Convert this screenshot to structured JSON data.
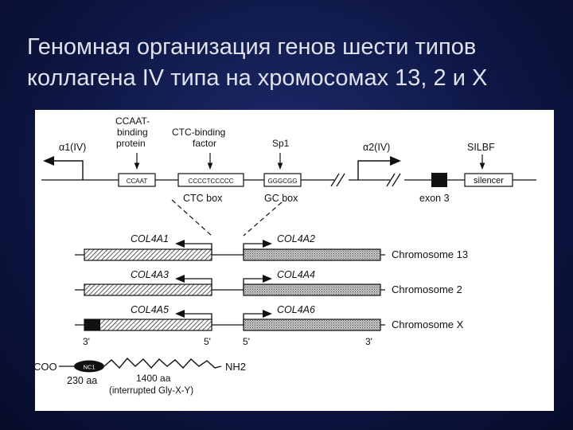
{
  "slide": {
    "title_line1": "Геномная организация генов шести типов",
    "title_line2": "коллагена IV типа на хромосомах 13, 2 и X"
  },
  "diagram": {
    "factors": {
      "a1iv": "α1(IV)",
      "ccaat_l1": "CCAAT-",
      "ccaat_l2": "binding",
      "ccaat_l3": "protein",
      "ctc_l1": "CTC-binding",
      "ctc_l2": "factor",
      "sp1": "Sp1",
      "a2iv": "α2(IV)",
      "silbf": "SILBF"
    },
    "boxes": {
      "ccaat": "CCAAT",
      "ctc_seq": "CCCCTCCCCC",
      "gc_seq": "GGGCGG",
      "silencer": "silencer"
    },
    "labels": {
      "ctc_box": "CTC box",
      "gc_box": "GC box",
      "exon3": "exon 3"
    },
    "genes": [
      {
        "left": "COL4A1",
        "right": "COL4A2",
        "chromosome": "Chromosome 13"
      },
      {
        "left": "COL4A3",
        "right": "COL4A4",
        "chromosome": "Chromosome 2"
      },
      {
        "left": "COL4A5",
        "right": "COL4A6",
        "chromosome": "Chromosome X"
      }
    ],
    "ends": {
      "left_3": "3'",
      "left_5": "5'",
      "right_5": "5'",
      "right_3": "3'"
    },
    "protein": {
      "coo": "COO",
      "nc1": "NC1",
      "nh2": "NH2",
      "length": "1400 aa",
      "nc1_length": "230 aa",
      "note": "(interrupted Gly-X-Y)"
    }
  }
}
